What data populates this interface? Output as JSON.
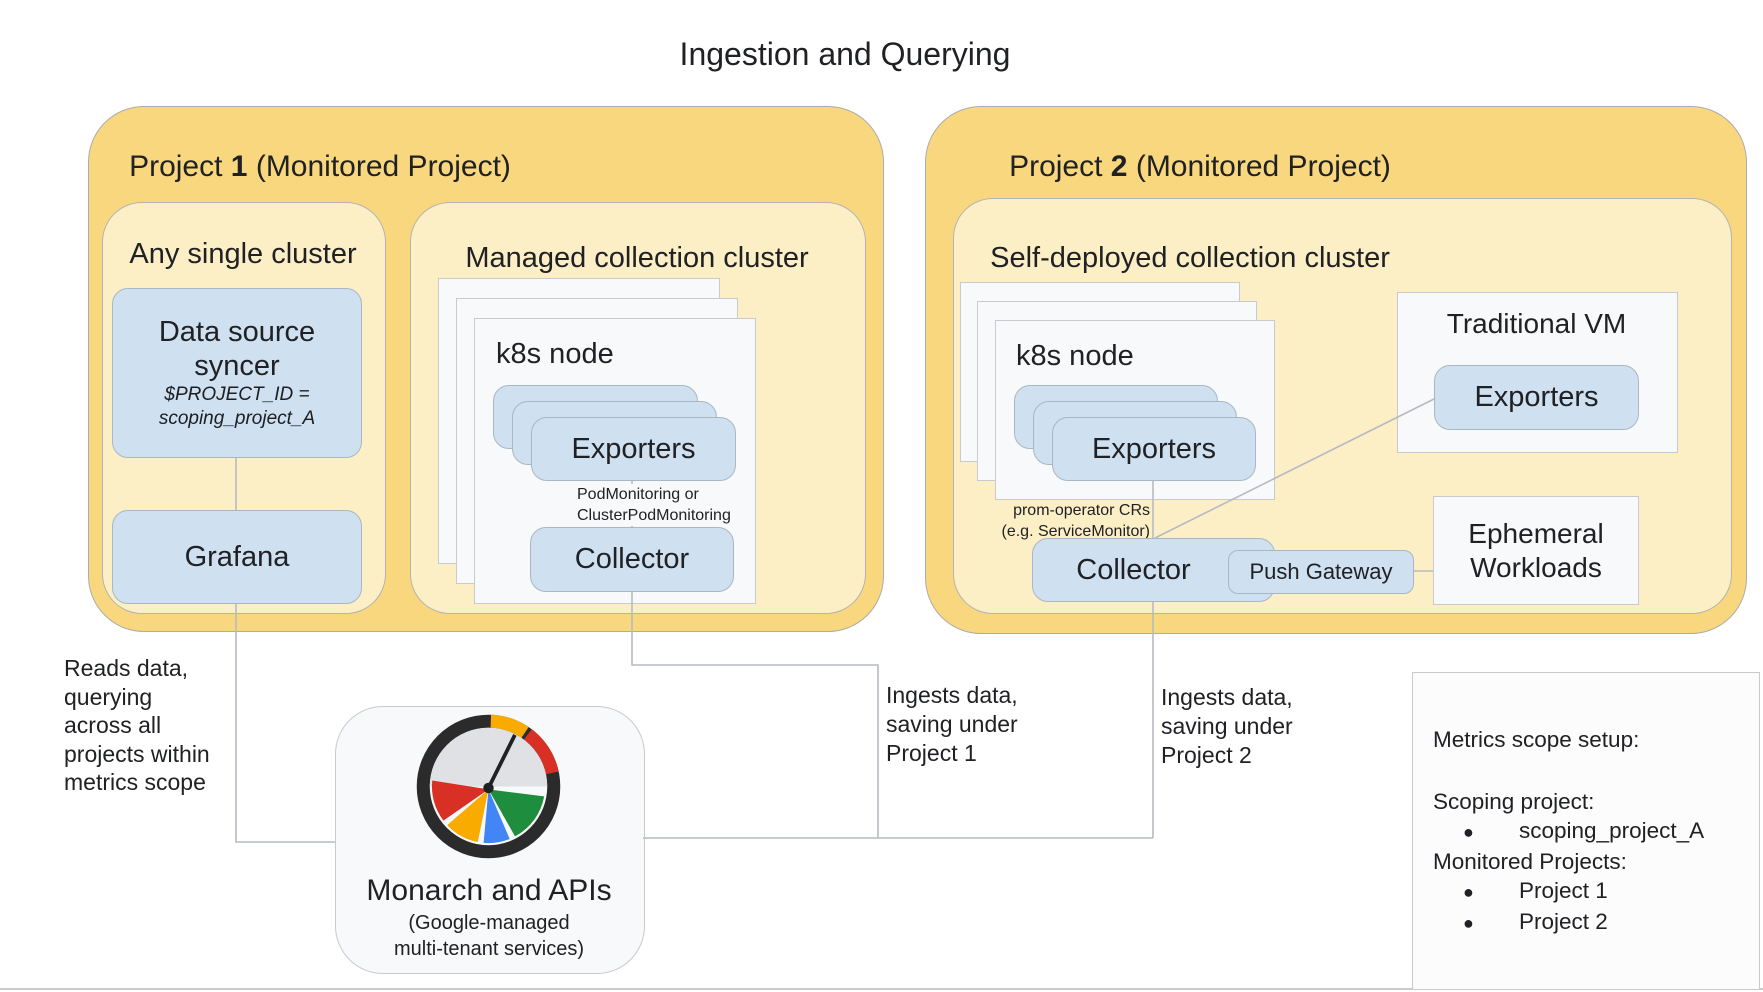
{
  "title": "Ingestion and Querying",
  "colors": {
    "outer_yellow": "#F9D77E",
    "inner_yellow": "#FCEFC6",
    "blue_box": "#CFE0F1",
    "card_bg": "#F8F9FA",
    "connector_line": "#B6BBC1",
    "logo_red": "#D93025",
    "logo_yellow": "#F9AB00",
    "logo_green": "#1E8E3E",
    "logo_blue": "#4285F4"
  },
  "project1": {
    "title_prefix": "Project",
    "number": "1",
    "title_suffix": "(Monitored Project)",
    "any_single_cluster": {
      "title": "Any single cluster",
      "syncer_line1": "Data source",
      "syncer_line2": "syncer",
      "syncer_sub1": "$PROJECT_ID =",
      "syncer_sub2": "scoping_project_A",
      "grafana": "Grafana"
    },
    "managed_cluster": {
      "title": "Managed collection cluster",
      "node": "k8s node",
      "exporters": "Exporters",
      "monitor_label1": "PodMonitoring or",
      "monitor_label2": "ClusterPodMonitoring",
      "collector": "Collector"
    }
  },
  "project2": {
    "title_prefix": "Project",
    "number": "2",
    "title_suffix": "(Monitored Project)",
    "cluster_title": "Self-deployed collection cluster",
    "node": "k8s node",
    "exporters": "Exporters",
    "cr_label1": "prom-operator CRs",
    "cr_label2": "(e.g. ServiceMonitor)",
    "collector": "Collector",
    "push_gateway": "Push Gateway",
    "traditional_vm": {
      "title": "Traditional VM",
      "exporters": "Exporters"
    },
    "ephemeral": {
      "line1": "Ephemeral",
      "line2": "Workloads"
    }
  },
  "annotations": {
    "reads": [
      "Reads data,",
      "querying",
      "across all",
      "projects within",
      "metrics scope"
    ],
    "ingest1": [
      "Ingests data,",
      "saving under",
      "Project 1"
    ],
    "ingest2": [
      "Ingests data,",
      "saving under",
      "Project 2"
    ]
  },
  "monarch": {
    "title": "Monarch and APIs",
    "sub1": "(Google-managed",
    "sub2": "multi-tenant services)"
  },
  "metrics_scope": {
    "heading": "Metrics scope setup:",
    "scoping_label": "Scoping project:",
    "bullet_glyph": "●",
    "scoping_value": "scoping_project_A",
    "monitored_label": "Monitored Projects:",
    "monitored_1": "Project 1",
    "monitored_2": "Project 2"
  }
}
